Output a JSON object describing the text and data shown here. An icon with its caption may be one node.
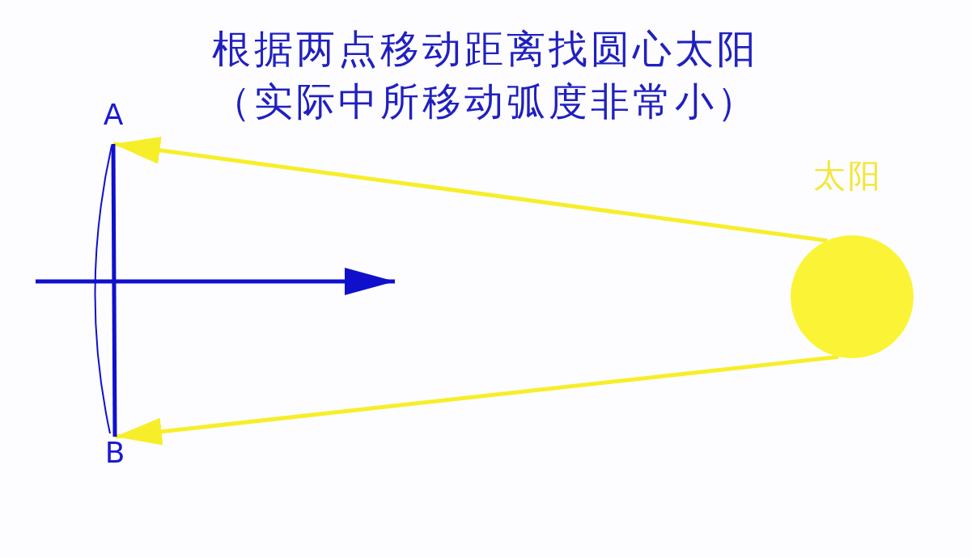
{
  "diagram": {
    "title": "根据两点移动距离找圆心太阳",
    "nodes": [
      {
        "text": [
          "A"
        ]
      },
      {
        "text": [
          "B"
        ]
      },
      {
        "text": [],
        "shape": "circle",
        "beside": [
          "太阳"
        ]
      }
    ],
    "edges": [
      {
        "from": 2,
        "to": 0,
        "arrow": "to"
      },
      {
        "from": 2,
        "to": 1,
        "arrow": "to"
      },
      {
        "from": 0,
        "to": 1,
        "arrow": "none",
        "color": "#1010cc"
      }
    ],
    "labels": [
      "（实际中所移动弧度非常小）"
    ]
  }
}
